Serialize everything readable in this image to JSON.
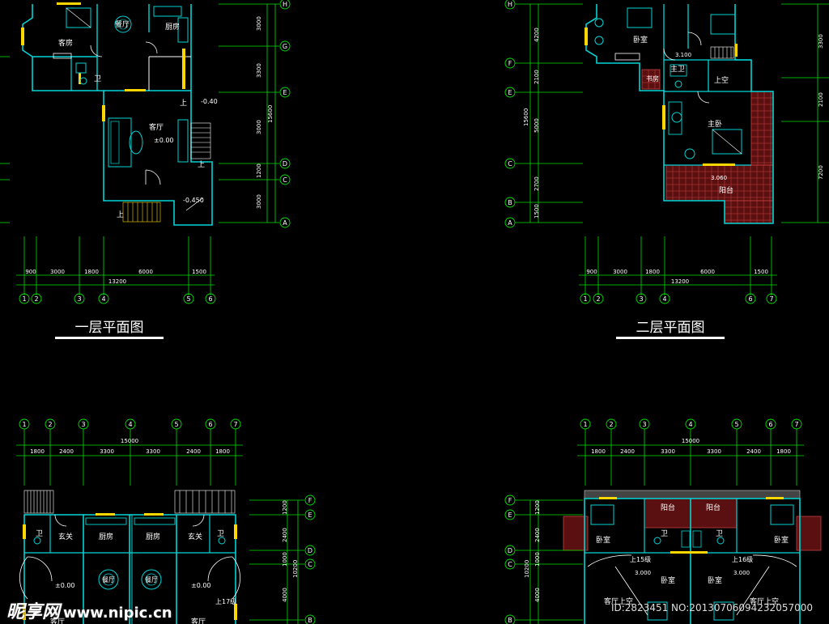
{
  "titles": {
    "first_floor": "一层平面图",
    "second_floor": "二层平面图"
  },
  "axis_letters_top": [
    "H",
    "G",
    "E",
    "D",
    "C",
    "A"
  ],
  "axis_letters_top_right": [
    "H",
    "F",
    "E",
    "C",
    "B",
    "A"
  ],
  "axis_letters_bottom": [
    "F",
    "E",
    "D",
    "C",
    "B"
  ],
  "axis_numbers_left": [
    "1",
    "2",
    "3",
    "4",
    "5",
    "6"
  ],
  "axis_numbers_right": [
    "1",
    "2",
    "3",
    "4",
    "6",
    "7"
  ],
  "axis_numbers_bottom": [
    "1",
    "2",
    "3",
    "4",
    "5",
    "6",
    "7"
  ],
  "dims_bottom_top": [
    "900",
    "3000",
    "1800",
    "6000",
    "1500"
  ],
  "dims_total_top": "13200",
  "dims_vert_left": [
    "3000",
    "3300",
    "3000",
    "1200",
    "3000",
    "15600"
  ],
  "dims_vert_right": [
    "4200",
    "2100",
    "5000",
    "2700",
    "1500",
    "15600"
  ],
  "dims_vert_right2": [
    "3300",
    "2100",
    "7200"
  ],
  "dims_bottom_row": [
    "1800",
    "2400",
    "3300",
    "3300",
    "2400",
    "1800"
  ],
  "dims_total_bottom": "15000",
  "dims_vert_bl": [
    "1200",
    "2400",
    "1000",
    "4000",
    "10200"
  ],
  "rooms_ff": {
    "guest": "客房",
    "dining": "餐厅",
    "kitchen": "厨房",
    "wc": "卫",
    "living": "客厅",
    "lv_elev": "±0.00",
    "up": "上",
    "elev1": "-0.450",
    "elev2": "-0.450",
    "stair_mark": "-0.40"
  },
  "rooms_sf": {
    "bed1": "卧室",
    "master_wc": "主卫",
    "up_space": "上空",
    "master_bed": "主卧",
    "study": "书房",
    "balcony": "阳台",
    "elev": "3.100",
    "balc_elev": "3.060",
    "wc_bl": "卫"
  },
  "rooms_bl": {
    "wc": "卫",
    "foyer": "玄关",
    "kitchen": "厨房",
    "dining": "餐厅",
    "elev": "±0.00",
    "stairs": "上17级",
    "living": "客厅"
  },
  "rooms_br": {
    "balcony": "阳台",
    "wc": "卫",
    "bed": "卧室",
    "stairs1": "上15级",
    "stairs2": "上16级",
    "lv_void": "客厅上空",
    "elev": "3.000",
    "elev2": "3.000"
  },
  "watermark": {
    "logo": "昵享网",
    "url": "www.nipic.cn",
    "id": "ID:2823451 NO:20130706094232057000"
  },
  "colors": {
    "wall": "#00d5d5",
    "dim": "#00e000",
    "axis": "#00e000",
    "text": "#ffffff",
    "window": "#ffd700",
    "brick": "#c84040",
    "bg": "#000000"
  }
}
